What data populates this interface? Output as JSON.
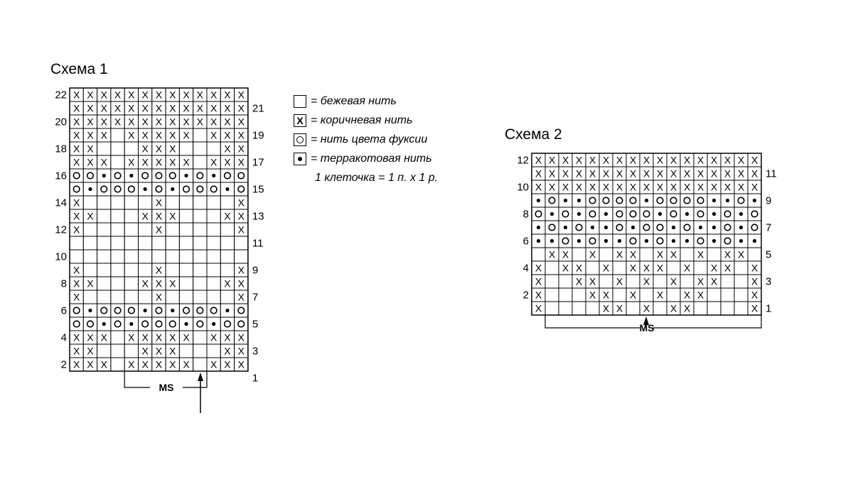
{
  "scheme1": {
    "title": "Схема 1",
    "rows": [
      "XXXXXXXXXXXXX",
      "XXXXXXXXXXXXX",
      "XXXXXXXXXXXXX",
      "XXX-XXXXX-XXX",
      "XX---XXX---XX",
      "XXX-XXXXX-XXX",
      "OO.O.OOO.O.OO",
      "O.OOO.O.OOO.O",
      "X-----X-----X",
      "XX---XXX---XX",
      "X-----X-----X",
      "-------------",
      "-------------",
      "X-----X-----X",
      "XX---XXX---XX",
      "X-----X-----X",
      "O.OOO.O.OOO.O",
      "OO.O.OOO.O.OO",
      "XXX-XXXXX-XXX",
      "XX---XXX---XX",
      "XXX-XXXXX-XXX"
    ],
    "left_numbers": [
      "22",
      "20",
      "18",
      "16",
      "14",
      "12",
      "10",
      "8",
      "6",
      "4",
      "2"
    ],
    "right_numbers": [
      "21",
      "19",
      "17",
      "15",
      "13",
      "11",
      "9",
      "7",
      "5",
      "3",
      "1"
    ],
    "ms_label": "MS"
  },
  "scheme2": {
    "title": "Схема 2",
    "rows": [
      "XXXXXXXXXXXXXXXXX",
      "XXXXXXXXXXXXXXXXX",
      "XXXXXXXXXXXXXXXXX",
      ".O..OOOO.OOOO..O.",
      "O.O.O.OOO.O.O.O.O",
      ".O.O..O.OO.O..O.O",
      "..O.O..O.O..O.O..",
      "-XX-X-XX-XX-X-XX-",
      "X-XX-X-XXX-X-XX-X",
      "X--XX-X-X-X-XX--X",
      "X---XX-X-X-XX---X",
      "X----XX-X-XX----X"
    ],
    "left_numbers": [
      "12",
      "10",
      "8",
      "6",
      "4",
      "2"
    ],
    "right_numbers": [
      "11",
      "9",
      "7",
      "5",
      "3",
      "1"
    ],
    "ms_label": "MS"
  },
  "legend": {
    "items": [
      {
        "symbol": "",
        "text": "= бежевая нить"
      },
      {
        "symbol": "X",
        "text": "= коричневая нить"
      },
      {
        "symbol": "O",
        "text": "= нить цвета фуксии"
      },
      {
        "symbol": ".",
        "text": "= терракотовая нить"
      }
    ],
    "note": "1 клеточка = 1 п. х 1 р."
  }
}
